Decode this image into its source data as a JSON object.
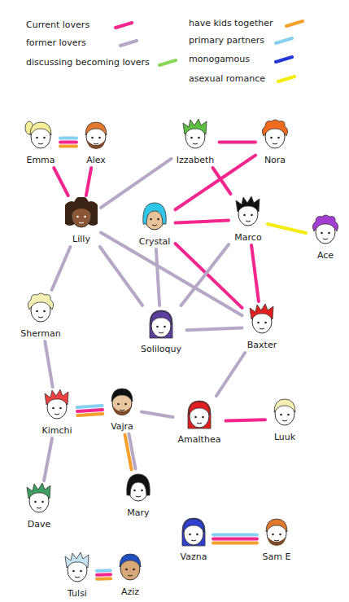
{
  "diagram": {
    "nodes": [
      {
        "text": [
          "Emma"
        ]
      },
      {
        "text": [
          "Alex"
        ]
      },
      {
        "text": [
          "Izzabeth"
        ]
      },
      {
        "text": [
          "Nora"
        ]
      },
      {
        "text": [
          "Lilly"
        ]
      },
      {
        "text": [
          "Crystal"
        ]
      },
      {
        "text": [
          "Marco"
        ]
      },
      {
        "text": [
          "Ace"
        ]
      },
      {
        "text": [
          "Sherman"
        ]
      },
      {
        "text": [
          "Soliloquy"
        ]
      },
      {
        "text": [
          "Baxter"
        ]
      },
      {
        "text": [
          "Kimchi"
        ]
      },
      {
        "text": [
          "Vajra"
        ]
      },
      {
        "text": [
          "Amalthea"
        ]
      },
      {
        "text": [
          "Luuk"
        ]
      },
      {
        "text": [
          "Dave"
        ]
      },
      {
        "text": [
          "Mary"
        ]
      },
      {
        "text": [
          "Vazna"
        ]
      },
      {
        "text": [
          "Sam E"
        ]
      },
      {
        "text": [
          "Tulsi"
        ]
      },
      {
        "text": [
          "Aziz"
        ]
      }
    ],
    "edges": [
      {
        "from": 0,
        "to": 1,
        "arrow": "none"
      },
      {
        "from": 0,
        "to": 1,
        "arrow": "none"
      },
      {
        "from": 0,
        "to": 1,
        "arrow": "none"
      },
      {
        "from": 0,
        "to": 4,
        "arrow": "none"
      },
      {
        "from": 1,
        "to": 4,
        "arrow": "none"
      },
      {
        "from": 2,
        "to": 3,
        "arrow": "none"
      },
      {
        "from": 2,
        "to": 4,
        "arrow": "none"
      },
      {
        "from": 2,
        "to": 6,
        "arrow": "none"
      },
      {
        "from": 3,
        "to": 5,
        "arrow": "none"
      },
      {
        "from": 5,
        "to": 6,
        "arrow": "none"
      },
      {
        "from": 6,
        "to": 7,
        "arrow": "none"
      },
      {
        "from": 5,
        "to": 10,
        "arrow": "none"
      },
      {
        "from": 6,
        "to": 10,
        "arrow": "none"
      },
      {
        "from": 4,
        "to": 8,
        "arrow": "none"
      },
      {
        "from": 4,
        "to": 9,
        "arrow": "none"
      },
      {
        "from": 4,
        "to": 10,
        "arrow": "none"
      },
      {
        "from": 5,
        "to": 9,
        "arrow": "none"
      },
      {
        "from": 6,
        "to": 9,
        "arrow": "none"
      },
      {
        "from": 9,
        "to": 10,
        "arrow": "none"
      },
      {
        "from": 10,
        "to": 13,
        "arrow": "none"
      },
      {
        "from": 8,
        "to": 11,
        "arrow": "none"
      },
      {
        "from": 11,
        "to": 12,
        "arrow": "none"
      },
      {
        "from": 11,
        "to": 12,
        "arrow": "none"
      },
      {
        "from": 11,
        "to": 12,
        "arrow": "none"
      },
      {
        "from": 12,
        "to": 13,
        "arrow": "none"
      },
      {
        "from": 13,
        "to": 14,
        "arrow": "none"
      },
      {
        "from": 11,
        "to": 15,
        "arrow": "none"
      },
      {
        "from": 12,
        "to": 16,
        "arrow": "none"
      },
      {
        "from": 12,
        "to": 16,
        "arrow": "none"
      },
      {
        "from": 17,
        "to": 18,
        "arrow": "none"
      },
      {
        "from": 17,
        "to": 18,
        "arrow": "none"
      },
      {
        "from": 17,
        "to": 18,
        "arrow": "none"
      },
      {
        "from": 19,
        "to": 20,
        "arrow": "none"
      },
      {
        "from": 19,
        "to": 20,
        "arrow": "none"
      },
      {
        "from": 19,
        "to": 20,
        "arrow": "none"
      }
    ],
    "legend": [
      {
        "text": "Current lovers",
        "color": "#f2268c"
      },
      {
        "text": "former lovers",
        "color": "#b7a7c7"
      },
      {
        "text": "discussing becoming lovers",
        "color": "#8ad65a"
      },
      {
        "text": "have kids together",
        "color": "#f5a02c"
      },
      {
        "text": "primary partners",
        "color": "#86d0f2"
      },
      {
        "text": "monogamous",
        "color": "#2338d6"
      },
      {
        "text": "asexual romance",
        "color": "#f2ec10"
      }
    ]
  }
}
